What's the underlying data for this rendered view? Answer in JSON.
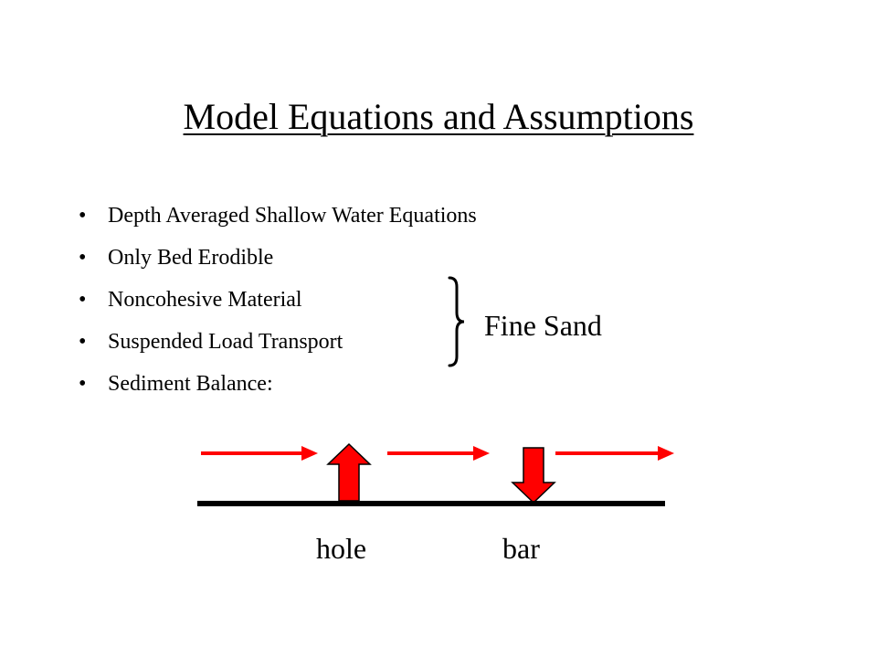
{
  "slide": {
    "title": "Model Equations and Assumptions",
    "bullet_glyph": "•",
    "bullets": [
      "Depth Averaged Shallow Water Equations",
      "Only Bed Erodible",
      "Noncohesive Material",
      "Suspended Load Transport",
      "Sediment Balance:"
    ],
    "brace_label": "Fine Sand"
  },
  "diagram": {
    "labels": {
      "hole": "hole",
      "bar": "bar"
    },
    "colors": {
      "arrow": "#ff0000",
      "outline": "#000000",
      "bed": "#000000"
    }
  }
}
